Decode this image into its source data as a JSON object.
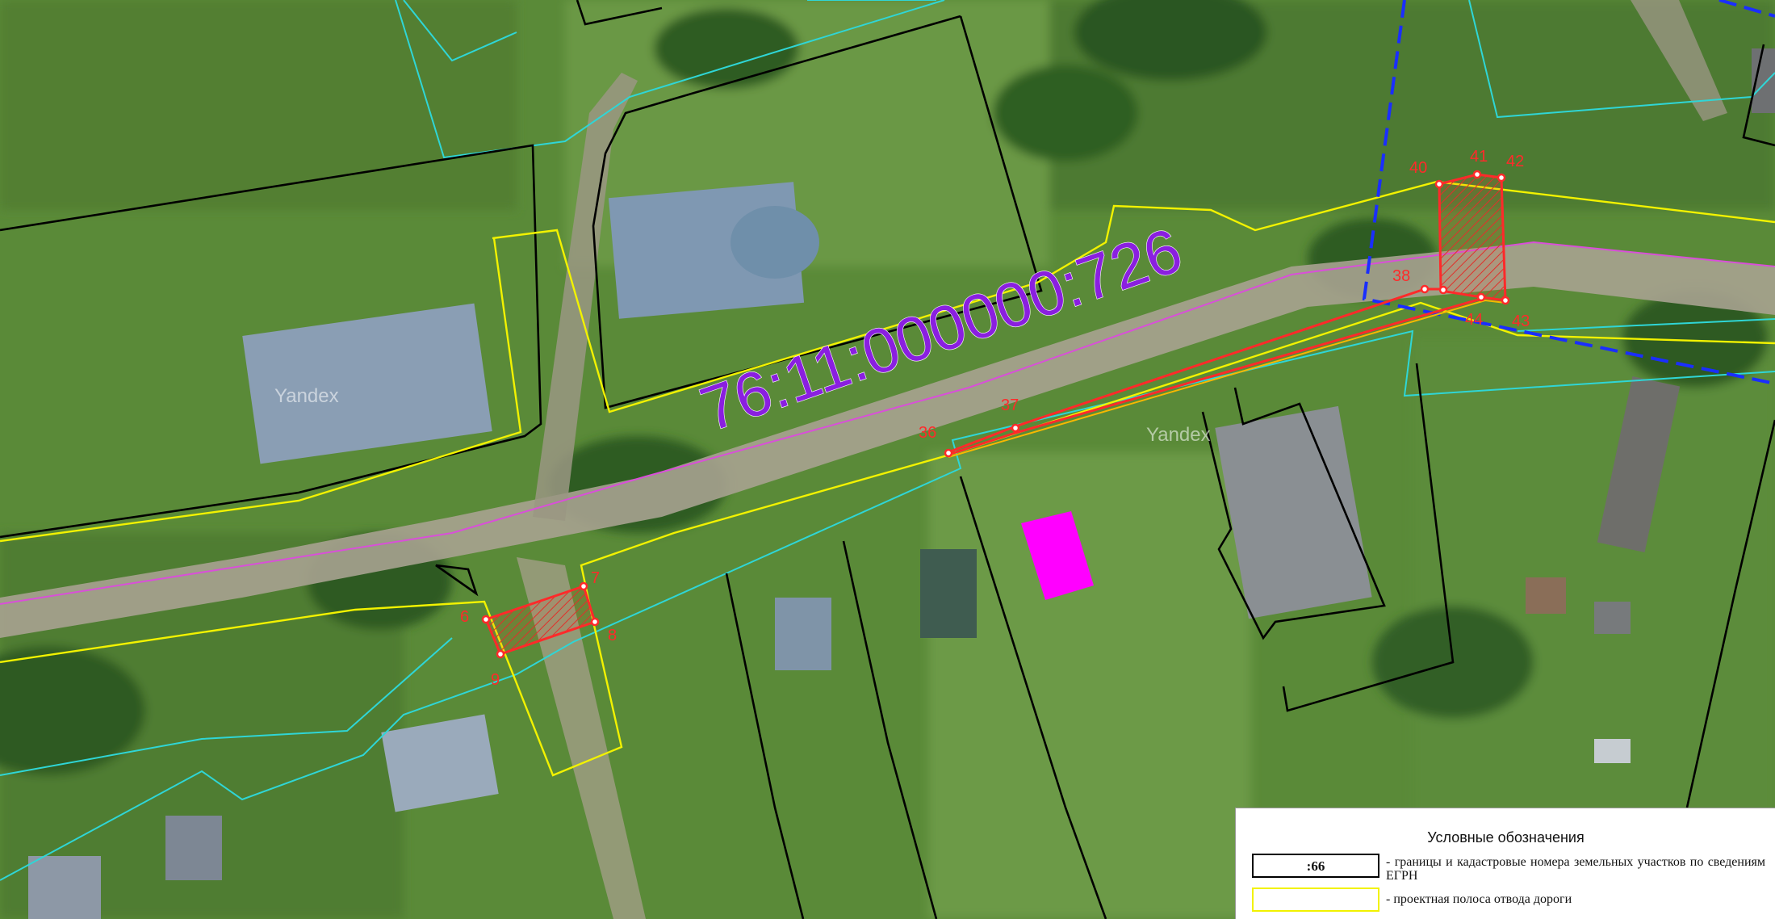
{
  "map": {
    "cadastral_number": "76:11:000000:726",
    "watermark": "Yandex",
    "point_labels": [
      "6",
      "7",
      "8",
      "9",
      "36",
      "37",
      "38",
      "40",
      "41",
      "42",
      "43",
      "44"
    ],
    "colors": {
      "parcel_boundary": "#000000",
      "road_right_of_way": "#f2f200",
      "boundary_cyan": "#2fd6d6",
      "road_axis": "#d94fd9",
      "district_boundary": "#1a2eff",
      "survey_parcel": "#ff2a2a",
      "object_fill": "#ff00ff"
    }
  },
  "legend": {
    "title": "Условные обозначения",
    "items": [
      {
        "symbol_text": ":66",
        "description": "- границы и кадастровые номера земельных участков по сведениям ЕГРН"
      },
      {
        "symbol_text": "",
        "description": "- проектная полоса отвода дороги"
      }
    ]
  }
}
